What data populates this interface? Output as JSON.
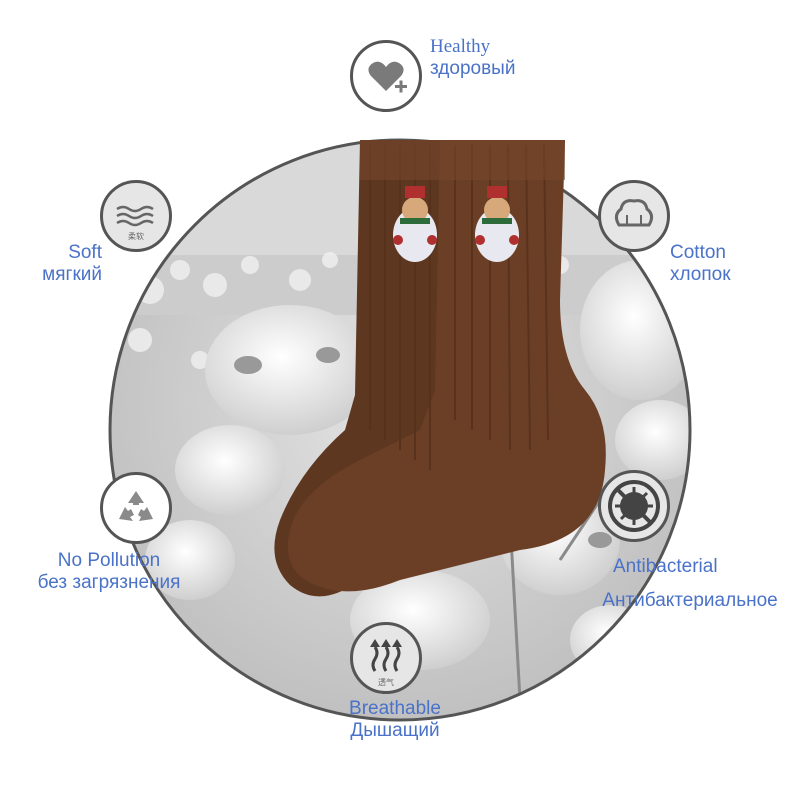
{
  "features": {
    "healthy": {
      "en": "Healthy",
      "ru": "здоровый",
      "icon": "heart-plus-icon"
    },
    "soft": {
      "en": "Soft",
      "ru": "мягкий",
      "icon": "soft-waves-icon",
      "icon_text": "柔软"
    },
    "cotton": {
      "en": "Cotton",
      "ru": "хлопок",
      "icon": "cotton-boll-icon"
    },
    "no_pollution": {
      "en": "No Pollution",
      "ru": "без загрязнения",
      "icon": "recycle-icon"
    },
    "antibacterial": {
      "en": "Antibacterial",
      "ru": "Антибактериальное",
      "icon": "no-bacteria-icon"
    },
    "breathable": {
      "en": "Breathable",
      "ru": "Дышащий",
      "icon": "breathable-arrows-icon",
      "icon_text": "透气"
    }
  },
  "colors": {
    "label": "#4a72c8",
    "sock": "#6b3f26",
    "ring": "#555555"
  }
}
